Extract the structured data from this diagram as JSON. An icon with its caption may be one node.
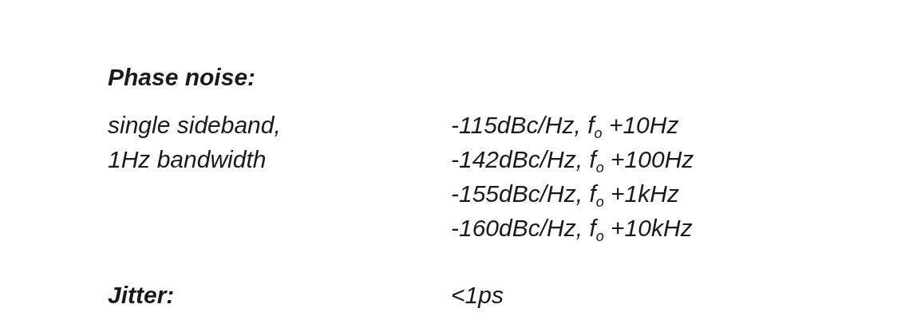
{
  "diagram": {
    "labels": [
      "Phase noise:",
      "single sideband, 1Hz bandwidth",
      "-115dBc/Hz, f$_{o}$ +10Hz",
      "-142dBc/Hz, f$_{o}$ +100Hz",
      "-155dBc/Hz, f$_{o}$ +1kHz",
      "-160dBc/Hz, f$_{o}$ +10kHz",
      "Jitter:",
      "<1ps"
    ]
  }
}
